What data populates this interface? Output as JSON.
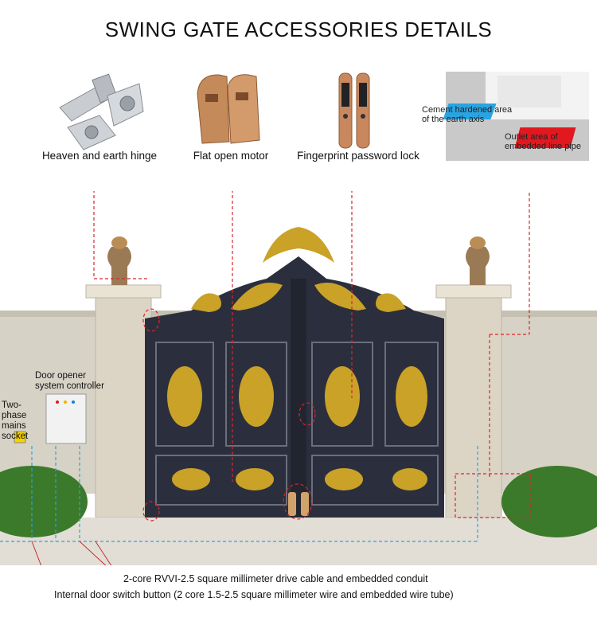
{
  "title": "SWING GATE  ACCESSORIES DETAILS",
  "accessories": [
    {
      "label": "Heaven and earth hinge",
      "icon": "hinge-icon"
    },
    {
      "label": "Flat open motor",
      "icon": "motor-icon"
    },
    {
      "label": "Fingerprint password lock",
      "icon": "lock-icon"
    }
  ],
  "embed_diagram": {
    "cement_label": "Cement hardened area of the earth axis",
    "outlet_label": "Outlet area of embedded line pipe"
  },
  "controller_label": "Door opener system controller",
  "socket_label": "Two-phase mains socket",
  "cable_label": "2-core RVVI-2.5 square millimeter drive cable and embedded conduit",
  "switch_label": "Internal door switch button (2 core 1.5-2.5 square millimeter wire and embedded wire tube)",
  "colors": {
    "gate": "#2b2f3d",
    "gold": "#c9a227",
    "pillar": "#ddd7cc",
    "guide_red": "#d8262b",
    "guide_blue": "#2aa3e0"
  }
}
